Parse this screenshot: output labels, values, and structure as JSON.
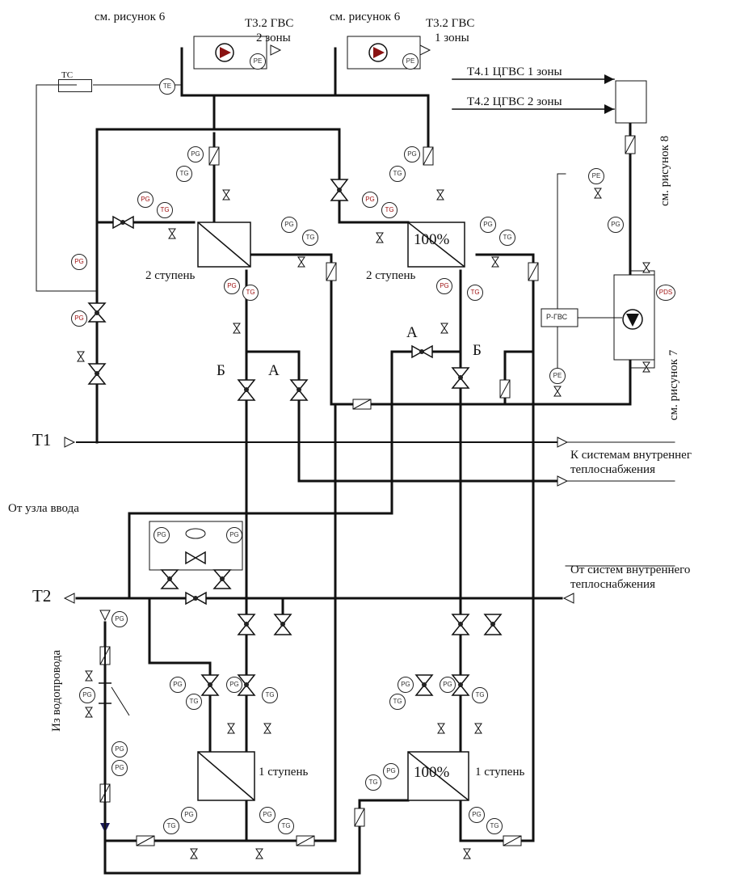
{
  "refs": {
    "fig6_left": "см. рисунок 6",
    "fig6_right": "см. рисунок 6",
    "fig8": "см. рисунок 8",
    "fig7": "см. рисунок 7"
  },
  "hws": {
    "t32_a": "Т3.2 ГВС",
    "zone2": "2 зоны",
    "t32_b": "Т3.2 ГВС",
    "zone1": "1 зоны"
  },
  "circ": {
    "t41": "Т4.1 ЦГВС 1 зоны",
    "t42": "Т4.2 ЦГВС 2 зоны"
  },
  "stages": {
    "stage2_left": "2 ступень",
    "stage2_right": "2 ступень",
    "stage1_left": "1 ступень",
    "stage1_right": "1 ступень",
    "pct_top": "100%",
    "pct_bottom": "100%"
  },
  "valves": {
    "a_left": "А",
    "a_right": "А",
    "b_left": "Б",
    "b_right": "Б"
  },
  "lines": {
    "t1": "Т1",
    "t2": "Т2",
    "to_internal": "К системам внутреннег",
    "heat_supply_1": "теплоснабжения",
    "from_input": "От узла ввода",
    "from_internal": "От систем внутреннего",
    "heat_supply_2": "теплоснабжения",
    "water_main": "Из водопровода"
  },
  "instruments": {
    "tc": "ТС",
    "te": "TE",
    "pe": "PE",
    "pg": "PG",
    "tg": "TG",
    "pds": "PDS",
    "regulator": "Р-ГВС"
  },
  "colors": {
    "line": "#111111",
    "accent": "#a01515"
  }
}
